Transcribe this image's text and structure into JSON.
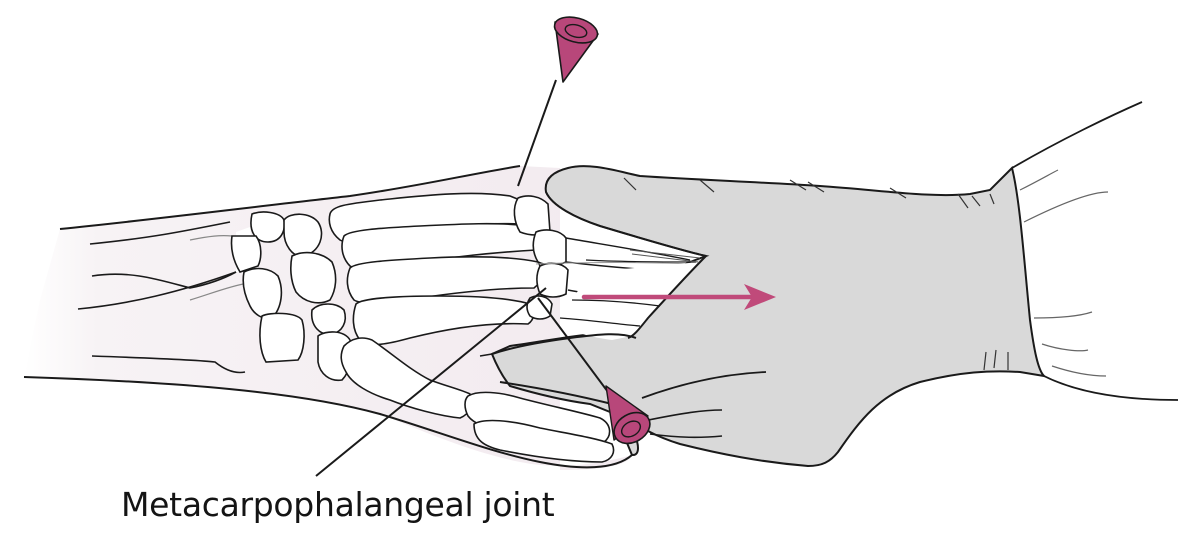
{
  "figure": {
    "subject": "Metacarpophalangeal joint aspiration with traction",
    "label": {
      "text": "Metacarpophalangeal joint"
    },
    "elements": {
      "forearm": "patient-forearm-skin-outline",
      "bones": [
        "carpal-bones",
        "metacarpal-bones",
        "proximal-phalanges"
      ],
      "glove": "gloved-hand-applying-traction",
      "needles": [
        "dorsal-needle",
        "lateral-needle"
      ],
      "arrow": "traction-direction-arrow",
      "sleeve": "examiner-sleeve"
    },
    "colors": {
      "outline": "#1a1a1a",
      "skin_tint": "#f3ecf0",
      "bone_fill": "#ffffff",
      "glove_fill": "#d9d9d9",
      "needle_hub": "#b8477a",
      "arrow": "#c04a7a",
      "text": "#141414"
    }
  }
}
